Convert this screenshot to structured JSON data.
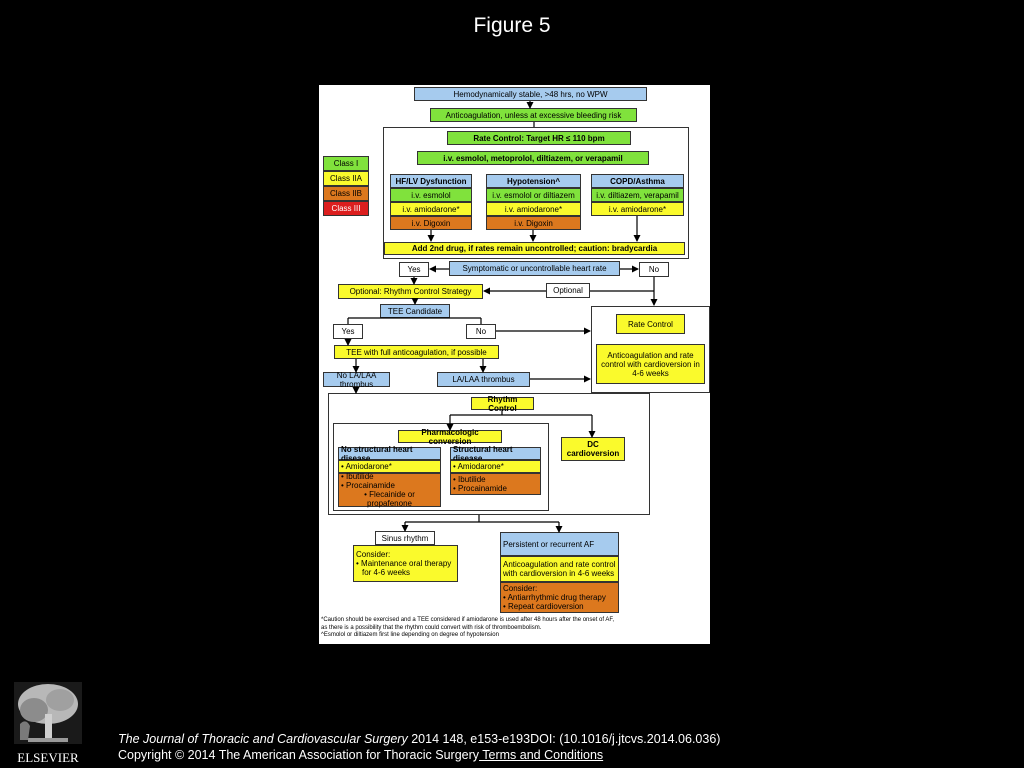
{
  "slide": {
    "title": "Figure 5"
  },
  "flow": {
    "top_hemo": "Hemodynamically stable, >48 hrs, no WPW",
    "anticoag": "Anticoagulation, unless at excessive bleeding risk",
    "rate_target": "Rate Control: Target HR ≤ 110 bpm",
    "iv_drugs": "i.v. esmolol, metoprolol, diltiazem, or verapamil",
    "legend": [
      "Class I",
      "Class IIA",
      "Class IIB",
      "Class III"
    ],
    "hf": {
      "header": "HF/LV Dysfunction",
      "l1": "i.v. esmolol",
      "l2": "i.v. amiodarone*",
      "l3": "i.v. Digoxin"
    },
    "hypo": {
      "header": "Hypotension^",
      "l1": "i.v. esmolol or diltiazem",
      "l2": "i.v. amiodarone*",
      "l3": "i.v. Digoxin"
    },
    "copd": {
      "header": "COPD/Asthma",
      "l1": "i.v. diltiazem, verapamil",
      "l2": "i.v. amiodarone*"
    },
    "add_drug": "Add 2nd drug, if rates remain uncontrolled; caution: bradycardia",
    "yes": "Yes",
    "no": "No",
    "symptomatic": "Symptomatic or uncontrollable heart rate",
    "optional_rhythm": "Optional: Rhythm Control Strategy",
    "optional": "Optional",
    "tee_candidate": "TEE Candidate",
    "rate_control": "Rate Control",
    "anticoag_rate": "Anticoagulation and rate control with cardioversion in 4-6 weeks",
    "tee_full": "TEE with full anticoagulation, if possible",
    "no_thrombus": "No LA/LAA thrombus",
    "thrombus": "LA/LAA thrombus",
    "rhythm_control": "Rhythm Control",
    "pharma": "Pharmacologic conversion",
    "dc": "DC cardioversion",
    "nostruct": {
      "header": "No structural heart disease",
      "a": "• Amiodarone*",
      "b": "• Ibutilide",
      "c": "• Procainamide",
      "d": "• Flecainide or propafenone"
    },
    "struct": {
      "header": "Structural heart disease",
      "a": "• Amiodarone*",
      "b": "• Ibutilide",
      "c": "• Procainamide"
    },
    "sinus": "Sinus rhythm",
    "consider_sinus": {
      "c": "Consider:",
      "a": "• Maintenance oral therapy",
      "b": "for 4-6 weeks"
    },
    "persistent": "Persistent or recurrent AF",
    "persist_anticoag": "Anticoagulation and rate control with cardioversion in 4-6 weeks",
    "consider_persist": {
      "c": "Consider:",
      "a": "• Antiarrhythmic drug therapy",
      "b": "• Repeat cardioversion"
    },
    "footnote": [
      "*Caution should be exercised and a TEE considered if amiodarone is used after 48 hours after the onset of AF,",
      "as there is a possibility that the rhythm could convert with risk of thromboembolism.",
      "^Esmolol or diltiazem first line depending on degree of hypotension"
    ]
  },
  "footer": {
    "publisher": "ELSEVIER",
    "journal": "The Journal of Thoracic and Cardiovascular Surgery",
    "citation": " 2014 148, e153-e193DOI: (10.1016/j.jtcvs.2014.06.036)",
    "copyright": "Copyright © 2014 The American Association for Thoracic Surgery",
    "terms": " Terms and Conditions"
  },
  "colors": {
    "class_i": "#80e23c",
    "class_iia": "#fafa2c",
    "class_iib": "#dc781e",
    "class_iii": "#dc1e1e",
    "header_blue": "#a6cbee"
  }
}
